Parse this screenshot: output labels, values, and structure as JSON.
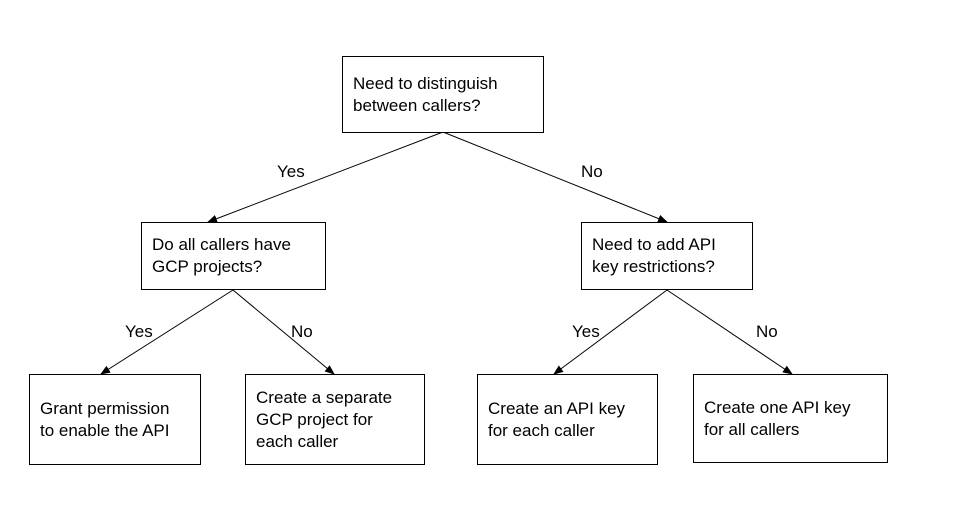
{
  "nodes": {
    "root": {
      "text": "Need to distinguish\nbetween callers?"
    },
    "gcp_question": {
      "text": "Do all callers have\nGCP projects?"
    },
    "restrictions_question": {
      "text": "Need to add API\nkey restrictions?"
    },
    "grant_permission": {
      "text": "Grant permission\nto enable the API"
    },
    "separate_project": {
      "text": "Create a separate\nGCP project for\neach caller"
    },
    "key_each": {
      "text": "Create an API key\nfor each caller"
    },
    "key_all": {
      "text": "Create one API key\nfor all callers"
    }
  },
  "edges": {
    "root_yes": {
      "label": "Yes"
    },
    "root_no": {
      "label": "No"
    },
    "gcp_yes": {
      "label": "Yes"
    },
    "gcp_no": {
      "label": "No"
    },
    "restr_yes": {
      "label": "Yes"
    },
    "restr_no": {
      "label": "No"
    }
  }
}
